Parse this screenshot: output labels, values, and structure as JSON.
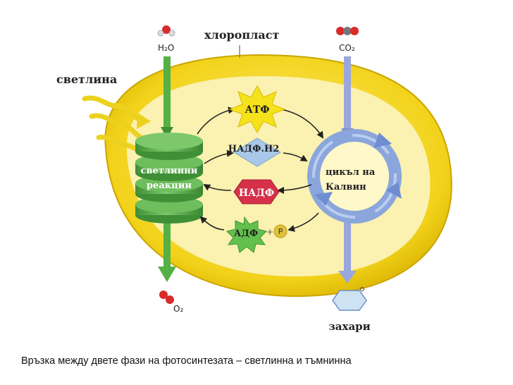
{
  "labels": {
    "water": "H₂O",
    "chloroplast": "хлоропласт",
    "co2": "CO₂",
    "light": "светлина",
    "atp": "АТФ",
    "nadph2": "НАДФ.Н2",
    "nadp": "НАДФ",
    "adp": "АДФ",
    "plus": "+",
    "phosphate": "P",
    "light_reactions_line1": "светлинни",
    "light_reactions_line2": "реакции",
    "calvin_line1": "цикъл на",
    "calvin_line2": "Калвин",
    "oxygen": "O₂",
    "sugars": "захари"
  },
  "caption": "Връзка между двете фази на фотосинтезата – светлинна и тъмнинна",
  "colors": {
    "chloroplast_outer": "#f2d21a",
    "chloroplast_inner": "#fbf1b0",
    "thylakoid": "#5cae4c",
    "green_arrow": "#55b045",
    "blue_arrow": "#9aa7dc",
    "calvin_ring": "#8aa6dc",
    "atp_star": "#f6e21a",
    "nadph_diamond": "#a9c7e8",
    "nadp_hex": "#d6304a",
    "adp_burst": "#63c04d",
    "phosphate_circle": "#e0c23a"
  }
}
